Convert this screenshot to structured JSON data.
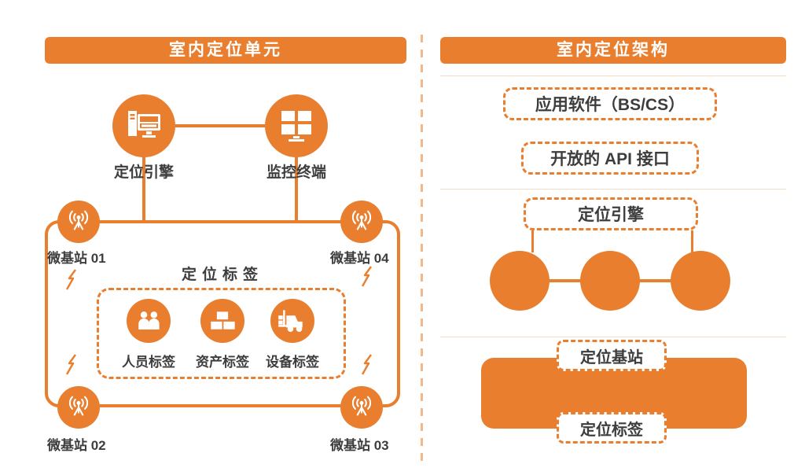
{
  "colors": {
    "accent": "#E87E2E",
    "text": "#3d3d3d"
  },
  "left_panel": {
    "title": "室内定位单元",
    "engine": {
      "label": "定位引擎"
    },
    "terminal": {
      "label": "监控终端"
    },
    "stations": [
      {
        "label": "微基站 01"
      },
      {
        "label": "微基站 04"
      },
      {
        "label": "微基站 02"
      },
      {
        "label": "微基站 03"
      }
    ],
    "tags_title": "定位标签",
    "tags": [
      {
        "label": "人员标签"
      },
      {
        "label": "资产标签"
      },
      {
        "label": "设备标签"
      }
    ]
  },
  "right_panel": {
    "title": "室内定位架构",
    "app_box": "应用软件（BS/CS）",
    "api_box": "开放的 API 接口",
    "engine_box": "定位引擎",
    "base_label": "定位基站",
    "tag_label": "定位标签"
  }
}
